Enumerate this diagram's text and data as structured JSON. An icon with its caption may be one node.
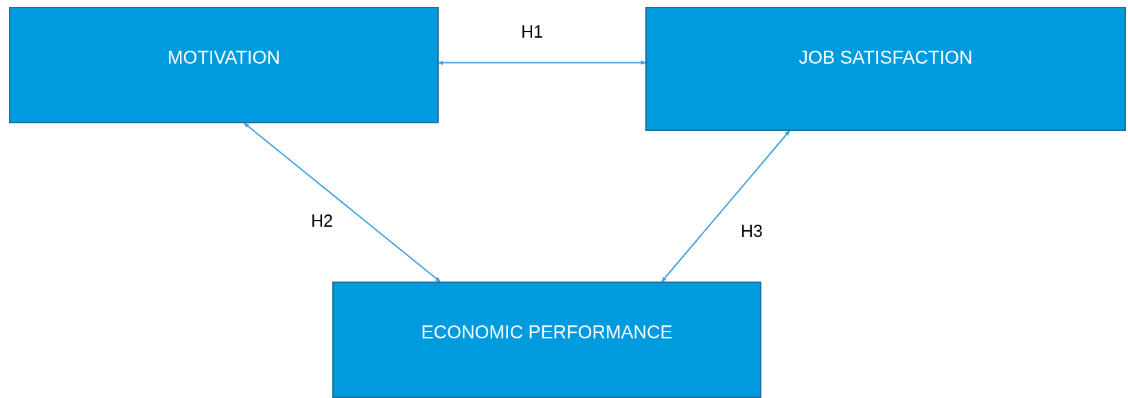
{
  "diagram": {
    "nodes": [
      {
        "text": [
          "MOTIVATION"
        ]
      },
      {
        "text": [
          "JOB SATISFACTION"
        ]
      },
      {
        "text": [
          "ECONOMIC PERFORMANCE"
        ]
      }
    ],
    "edges": [
      {
        "from": 0,
        "to": 1,
        "arrow": "both",
        "label": "H1"
      },
      {
        "from": 0,
        "to": 2,
        "arrow": "both",
        "label": "H2"
      },
      {
        "from": 1,
        "to": 2,
        "arrow": "both",
        "label": "H3"
      }
    ]
  }
}
